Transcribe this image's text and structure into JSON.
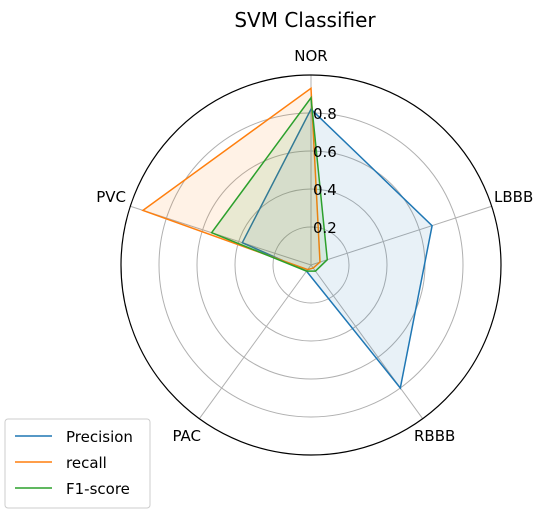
{
  "chart_data": {
    "type": "radar",
    "title": "SVM Classifier",
    "categories": [
      "NOR",
      "LBBB",
      "RBBB",
      "PAC",
      "PVC"
    ],
    "rlim": [
      0,
      1.0
    ],
    "r_ticks": [
      0.2,
      0.4,
      0.6,
      0.8
    ],
    "r_tick_labels": [
      "0.2",
      "0.4",
      "0.6",
      "0.8"
    ],
    "grid": true,
    "legend_position": "lower-left",
    "series": [
      {
        "name": "Precision",
        "color": "#1f77b4",
        "values": [
          0.82,
          0.67,
          0.8,
          0.04,
          0.38
        ]
      },
      {
        "name": "recall",
        "color": "#ff7f0e",
        "values": [
          0.93,
          0.05,
          0.02,
          0.03,
          0.93
        ]
      },
      {
        "name": "F1-score",
        "color": "#2ca02c",
        "values": [
          0.88,
          0.09,
          0.04,
          0.04,
          0.55
        ]
      }
    ]
  }
}
